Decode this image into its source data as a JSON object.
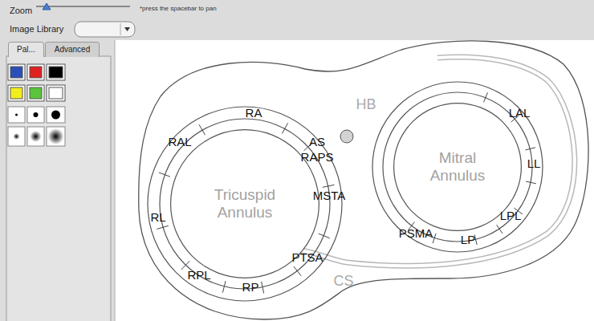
{
  "diagram": {
    "nodes": [
      {
        "text": [
          "Pal..."
        ]
      },
      {
        "text": [
          "Advanced"
        ]
      },
      {
        "text": [
          "Tricuspid Annulus"
        ]
      },
      {
        "text": [
          "Mitral Annulus"
        ]
      }
    ],
    "labels": [
      "Zoom",
      "*press the spacebar to pan",
      "Image Library",
      "HB",
      "CS",
      "RA",
      "RAL",
      "AS",
      "RAPS",
      "MSTA",
      "RL",
      "RPL",
      "RP",
      "PTSA",
      "LAL",
      "LL",
      "LPL",
      "LP",
      "PSMA"
    ]
  }
}
